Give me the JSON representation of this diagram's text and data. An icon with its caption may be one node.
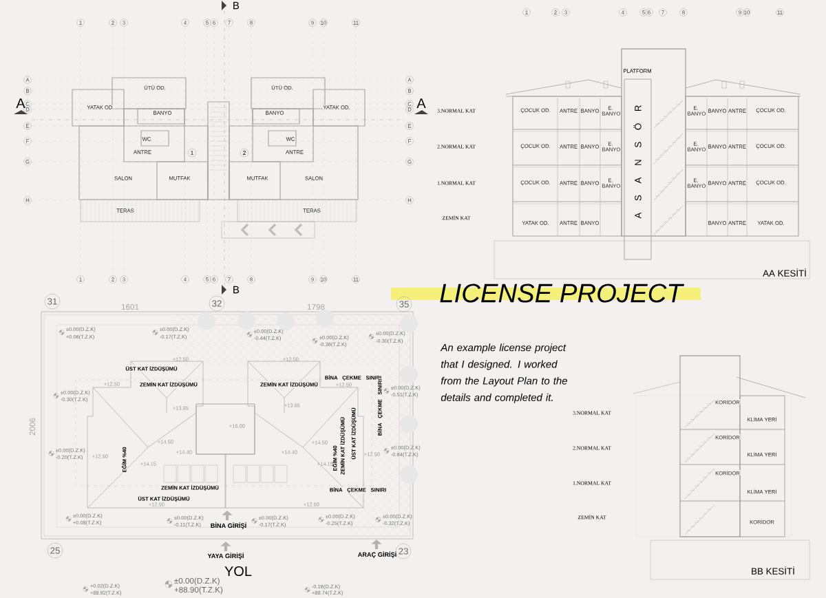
{
  "diagram": {
    "title": "LICENSE PROJECT",
    "caption": "An example license project that I designed. I worked from the Layout Plan to the details and completed it.",
    "labels": [
      "B",
      "1",
      "2",
      "3",
      "4",
      "5",
      "6",
      "7",
      "8",
      "9",
      "10",
      "11",
      "A",
      "B",
      "C",
      "D",
      "E",
      "F",
      "G",
      "H",
      "A",
      "B",
      "C",
      "D",
      "E",
      "F",
      "G",
      "H",
      "A",
      "A",
      "ÜTÜ OD.",
      "YATAK OD.",
      "BANYO",
      "WC",
      "ANTRE",
      "SALON",
      "MUTFAK",
      "TERAS",
      "1",
      "2",
      "ÜTÜ OD.",
      "YATAK OD.",
      "BANYO",
      "WC",
      "ANTRE",
      "MUTFAK",
      "SALON",
      "TERAS",
      "1",
      "2",
      "3",
      "4",
      "5",
      "6",
      "7",
      "8",
      "9",
      "10",
      "11",
      "B",
      "1",
      "2",
      "3",
      "4",
      "5",
      "6",
      "7",
      "8",
      "9",
      "10",
      "11",
      "PLATFORM",
      "3.NORMAL KAT",
      "2.NORMAL KAT",
      "1.NORMAL KAT",
      "ZEMİN KAT",
      "ÇOCUK OD.",
      "ANTRE",
      "BANYO",
      "E. BANYO",
      "E. BANYO",
      "BANYO",
      "ANTRE",
      "ÇOCUK OD.",
      "ÇOCUK OD.",
      "ANTRE",
      "BANYO",
      "E. BANYO",
      "E. BANYO",
      "BANYO",
      "ANTRE",
      "ÇOCUK OD.",
      "ÇOCUK OD.",
      "ANTRE",
      "BANYO",
      "E. BANYO",
      "E. BANYO",
      "BANYO",
      "ANTRE",
      "ÇOCUK OD.",
      "YATAK OD.",
      "ANTRE",
      "BANYO",
      "BANYO",
      "ANTRE",
      "YATAK OD.",
      "A S A N S Ö R",
      "AA KESİTİ",
      "3.NORMAL KAT",
      "2.NORMAL KAT",
      "1.NORMAL KAT",
      "ZEMİN KAT",
      "KORİDOR",
      "KLİMA YERİ",
      "KORİDOR",
      "KLİMA YERİ",
      "KORİDOR",
      "KLİMA YERİ",
      "KORİDOR",
      "BB KESİTİ",
      "31",
      "32",
      "35",
      "1601",
      "1798",
      "2006",
      "±0.00(D.Z.K)",
      "+0.06(T.Z.K)",
      "±0.00(D.Z.K)",
      "-0.17(T.Z.K)",
      "±0.00(D.Z.K)",
      "-0.44(T.Z.K)",
      "±0.00(D.Z.K)",
      "-0.36(T.Z.K)",
      "±0.00(D.Z.K)",
      "-0.30(T.Z.K)",
      "+12.50",
      "+12.50",
      "ÜST KAT İZDÜŞÜMÜ",
      "BİNA ÇEKME SINIRI",
      "+12.50",
      "ZEMİN KAT İZDÜŞÜMÜ",
      "ZEMİN KAT İZDÜŞÜMÜ",
      "+12.50",
      "±0.00(D.Z.K)",
      "-0.30(T.Z.K)",
      "±0.00(D.Z.K)",
      "-0.51(T.Z.K)",
      "BİNA ÇEKME SINIRI",
      "+13.85",
      "+13.85",
      "+16.00",
      "ZEMİN KAT İZDÜŞÜMÜ",
      "ÜST KAT İZDÜŞÜMÜ",
      "+14.50",
      "+14.50",
      "±0.00(D.Z.K)",
      "+14.40",
      "+14.40",
      "±0.00(D.Z.K)",
      "-0.20(T.Z.K)",
      "+12.50",
      "+12.50",
      "-0.64(T.Z.K)",
      "EĞİM %40",
      "EĞİM %40",
      "+14.15",
      "+14.15",
      "ZEMİN KAT İZDÜŞÜMÜ",
      "BİNA ÇEKME SINIRI",
      "ÜST KAT İZDÜŞÜMÜ",
      "+12.50",
      "+12.50",
      "±0.00(D.Z.K)",
      "+0.08(T.Z.K)",
      "±0.00(D.Z.K)",
      "-0.11(T.Z.K)",
      "BİNA GİRİŞİ",
      "±0.00(D.Z.K)",
      "-0.17(T.Z.K)",
      "±0.00(D.Z.K)",
      "-0.25(T.Z.K)",
      "±0.00(D.Z.K)",
      "-0.32(T.Z.K)",
      "25",
      "YAYA GİRİŞİ",
      "ARAÇ GİRİŞİ",
      "23",
      "YOL",
      "+0.02(D.Z.K)",
      "+88.92(T.Z.K)",
      "±0.00(D.Z.K)",
      "+88.90(T.Z.K)",
      "-0.16(D.Z.K)",
      "+88.74(T.Z.K)"
    ]
  }
}
